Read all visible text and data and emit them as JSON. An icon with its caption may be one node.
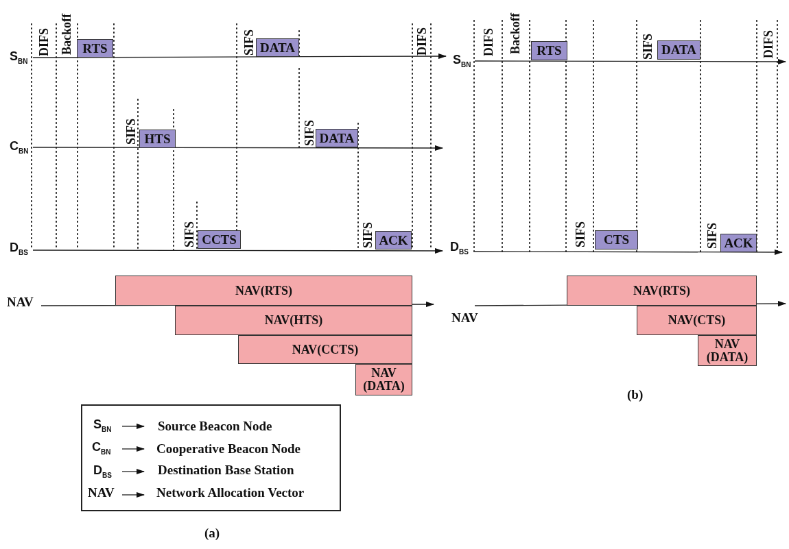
{
  "diagram": {
    "nodes": [
      {
        "text": [
          "RTS"
        ]
      },
      {
        "text": [
          "DATA"
        ]
      },
      {
        "text": [
          "HTS"
        ]
      },
      {
        "text": [
          "DATA"
        ]
      },
      {
        "text": [
          "CCTS"
        ]
      },
      {
        "text": [
          "ACK"
        ]
      },
      {
        "text": [
          "NAV(RTS)"
        ]
      },
      {
        "text": [
          "NAV(HTS)"
        ]
      },
      {
        "text": [
          "NAV(CCTS)"
        ]
      },
      {
        "text": [
          "NAV (DATA)"
        ]
      },
      {
        "text": [
          "S$_{BN}$",
          "Source Beacon Node",
          "C$_{BN}$",
          "Cooperative Beacon Node",
          "D$_{BS}$",
          "Destination Base Station",
          "NAV",
          "Network Allocation Vector"
        ]
      },
      {
        "text": [
          "RTS"
        ]
      },
      {
        "text": [
          "DATA"
        ]
      },
      {
        "text": [
          "CTS"
        ]
      },
      {
        "text": [
          "ACK"
        ]
      },
      {
        "text": [
          "NAV(RTS)"
        ]
      },
      {
        "text": [
          "NAV(CTS)"
        ]
      },
      {
        "text": [
          "NAV (DATA)"
        ]
      }
    ],
    "edges": [],
    "labels": [
      "DIFS",
      "Backoff",
      "SIFS",
      "DIFS",
      "S$_{BN}$",
      "SIFS",
      "SIFS",
      "C$_{BN}$",
      "SIFS",
      "SIFS",
      "D$_{BS}$",
      "NAV",
      "(a)",
      "DIFS",
      "Backoff",
      "SIFS",
      "DIFS",
      "S$_{BN}$",
      "SIFS",
      "SIFS",
      "D$_{BS}$",
      "NAV",
      "(b)"
    ]
  }
}
